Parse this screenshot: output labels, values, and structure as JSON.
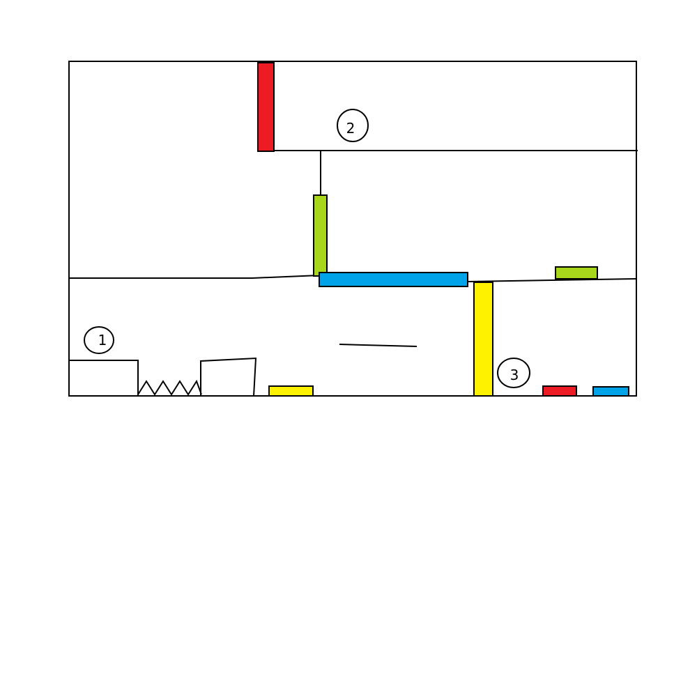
{
  "level": {
    "markers": [
      {
        "label": "1"
      },
      {
        "label": "2"
      },
      {
        "label": "3"
      }
    ],
    "colors": {
      "red": "#ed1c24",
      "green": "#a8d61a",
      "blue": "#00a2e8",
      "yellow": "#fff200",
      "outline": "#000000",
      "background": "#ffffff"
    }
  }
}
